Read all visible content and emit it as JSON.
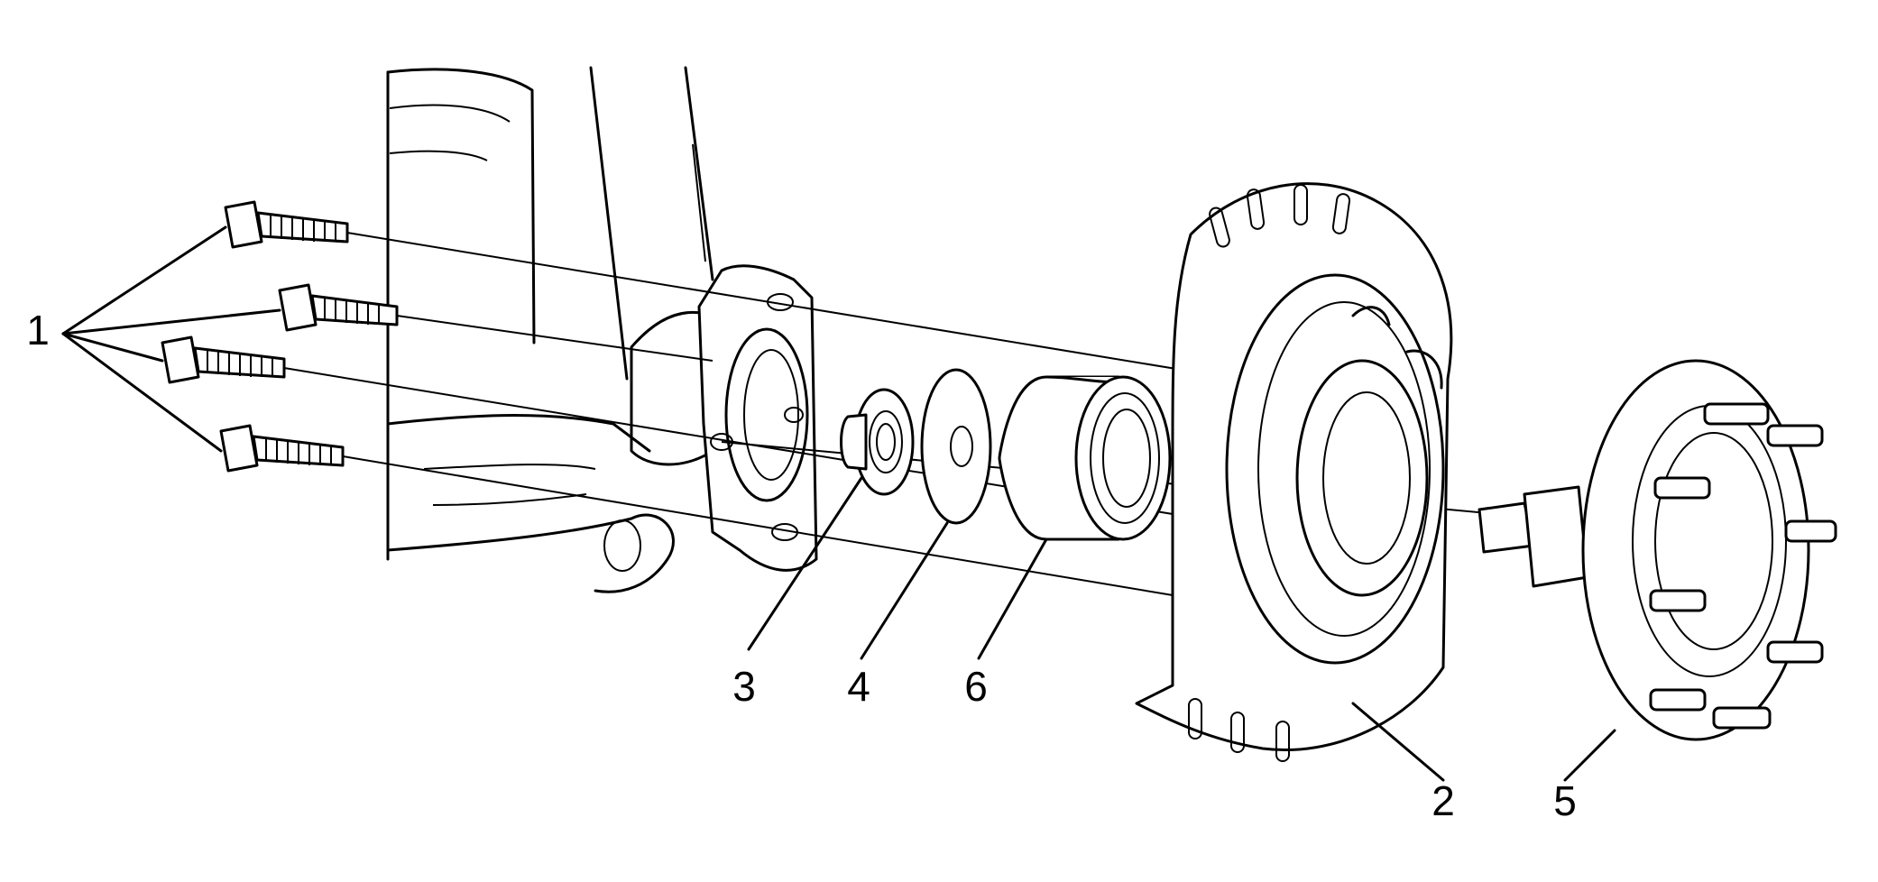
{
  "callouts": {
    "bolts": "1",
    "backing_plate": "2",
    "seal": "3",
    "washer": "4",
    "hub": "5",
    "bearing": "6"
  }
}
